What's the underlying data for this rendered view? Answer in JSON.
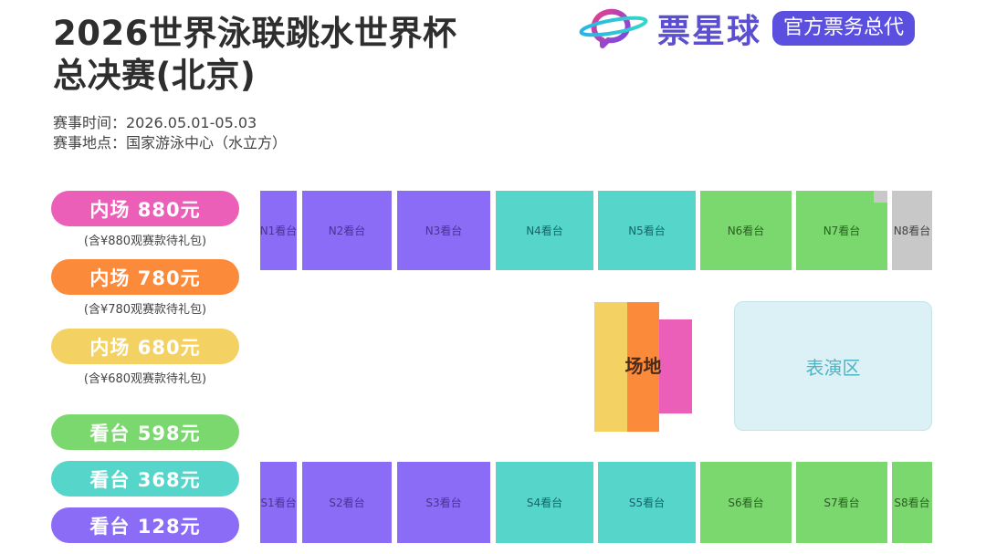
{
  "header": {
    "title_line1": "2026世界泳联跳水世界杯",
    "title_line2": "总决赛(北京)",
    "date_label": "赛事时间：2026.05.01-05.03",
    "venue_label": "赛事地点：国家游泳中心（水立方）"
  },
  "brand": {
    "logo_icon": "planet-chat-logo-icon",
    "name": "票星球",
    "badge": "官方票务总代",
    "color": "#5b4fe0"
  },
  "prices": [
    {
      "label": "内场 880元",
      "note": "(含¥880观赛款待礼包)",
      "color": "#ec5fb8"
    },
    {
      "label": "内场 780元",
      "note": "(含¥780观赛款待礼包)",
      "color": "#fb8a3a"
    },
    {
      "label": "内场 680元",
      "note": "(含¥680观赛款待礼包)",
      "color": "#f3d163"
    },
    {
      "label": "看台 598元",
      "color": "#7ad86e"
    },
    {
      "label": "看台 368元",
      "color": "#56d6cb"
    },
    {
      "label": "看台 128元",
      "color": "#8b6cf6"
    }
  ],
  "north_stands": [
    {
      "label": "N1看台",
      "tier": "128"
    },
    {
      "label": "N2看台",
      "tier": "128"
    },
    {
      "label": "N3看台",
      "tier": "128"
    },
    {
      "label": "N4看台",
      "tier": "368"
    },
    {
      "label": "N5看台",
      "tier": "368"
    },
    {
      "label": "N6看台",
      "tier": "598"
    },
    {
      "label": "N7看台",
      "tier": "598"
    },
    {
      "label": "N8看台",
      "tier": "unavailable"
    }
  ],
  "south_stands": [
    {
      "label": "S1看台",
      "tier": "128"
    },
    {
      "label": "S2看台",
      "tier": "128"
    },
    {
      "label": "S3看台",
      "tier": "128"
    },
    {
      "label": "S4看台",
      "tier": "368"
    },
    {
      "label": "S5看台",
      "tier": "368"
    },
    {
      "label": "S6看台",
      "tier": "598"
    },
    {
      "label": "S7看台",
      "tier": "598"
    },
    {
      "label": "S8看台",
      "tier": "598"
    }
  ],
  "field": {
    "label": "场地",
    "zones": [
      {
        "tier": "680",
        "color": "#f3d163"
      },
      {
        "tier": "780",
        "color": "#fb8a3a"
      },
      {
        "tier": "880",
        "color": "#ec5fb8"
      }
    ]
  },
  "performance_area": {
    "label": "表演区"
  },
  "colors": {
    "tier_128": "#8b6cf6",
    "tier_368": "#56d6cb",
    "tier_598": "#7ad86e",
    "unavailable": "#c8c8c8"
  }
}
